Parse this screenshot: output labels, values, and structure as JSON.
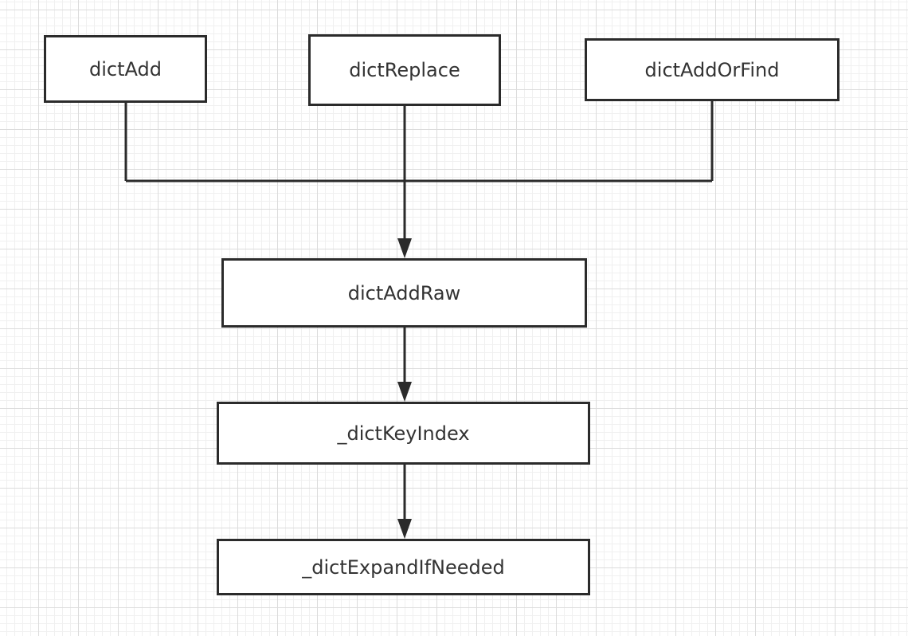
{
  "diagram": {
    "nodes": [
      {
        "id": "dictAdd",
        "label": "dictAdd"
      },
      {
        "id": "dictReplace",
        "label": "dictReplace"
      },
      {
        "id": "dictAddOrFind",
        "label": "dictAddOrFind"
      },
      {
        "id": "dictAddRaw",
        "label": "dictAddRaw"
      },
      {
        "id": "dictKeyIndex",
        "label": "_dictKeyIndex"
      },
      {
        "id": "dictExpandIfNeeded",
        "label": "_dictExpandIfNeeded"
      }
    ],
    "edges": [
      {
        "from": "dictAdd",
        "to": "dictAddRaw"
      },
      {
        "from": "dictReplace",
        "to": "dictAddRaw"
      },
      {
        "from": "dictAddOrFind",
        "to": "dictAddRaw"
      },
      {
        "from": "dictAddRaw",
        "to": "dictKeyIndex"
      },
      {
        "from": "dictKeyIndex",
        "to": "dictExpandIfNeeded"
      }
    ],
    "colors": {
      "stroke": "#2b2b2b",
      "text": "#333333",
      "box_fill": "#ffffff",
      "grid_major": "#dcdcdc",
      "grid_minor": "#f0f0f0"
    }
  }
}
